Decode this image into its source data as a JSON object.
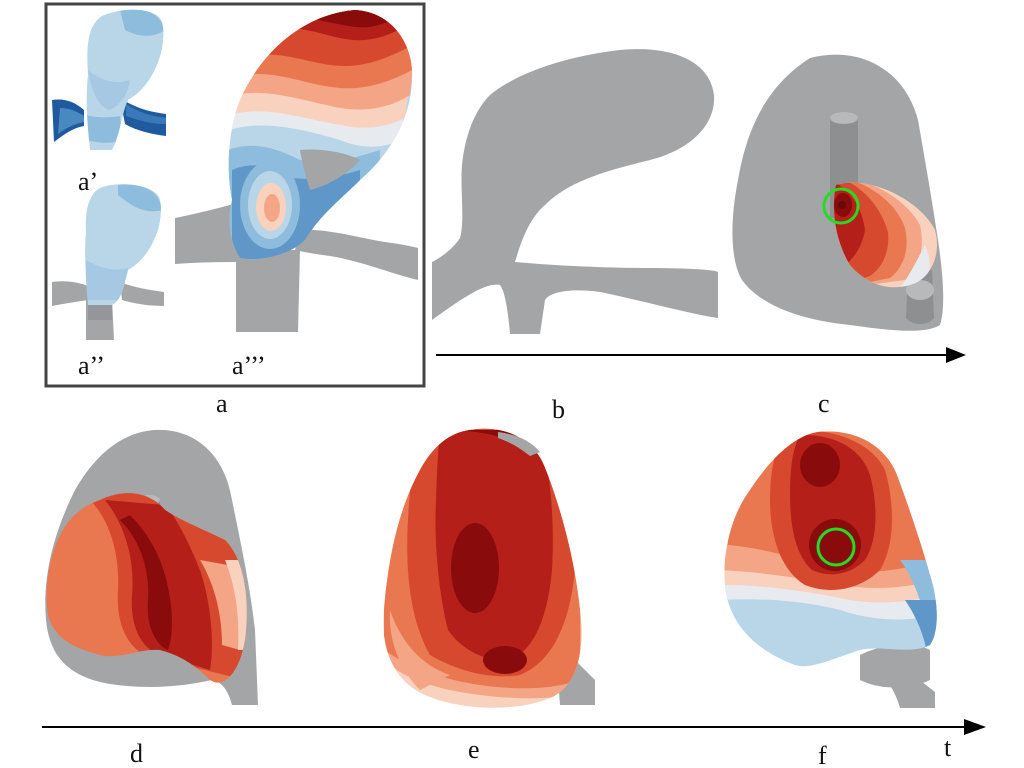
{
  "labels": {
    "a": "a",
    "a1": "a’",
    "a2": "a’’",
    "a3": "a’’’",
    "b": "b",
    "c": "c",
    "d": "d",
    "e": "e",
    "f": "f",
    "t": "t"
  },
  "colors": {
    "vessel_gray": "#a4a5a7",
    "dark_red": "#8a0b0b",
    "red": "#b51f1a",
    "mid_red": "#d6492e",
    "orange": "#e9774f",
    "salmon": "#f3a585",
    "peach": "#f8d2bf",
    "white_band": "#e7ebef",
    "light_blue": "#b9d6e8",
    "mid_blue": "#8dbcdc",
    "blue": "#5f98c8",
    "dark_blue": "#1f5a9f",
    "highlight_circle": "#22dd22",
    "frame": "#444444"
  }
}
